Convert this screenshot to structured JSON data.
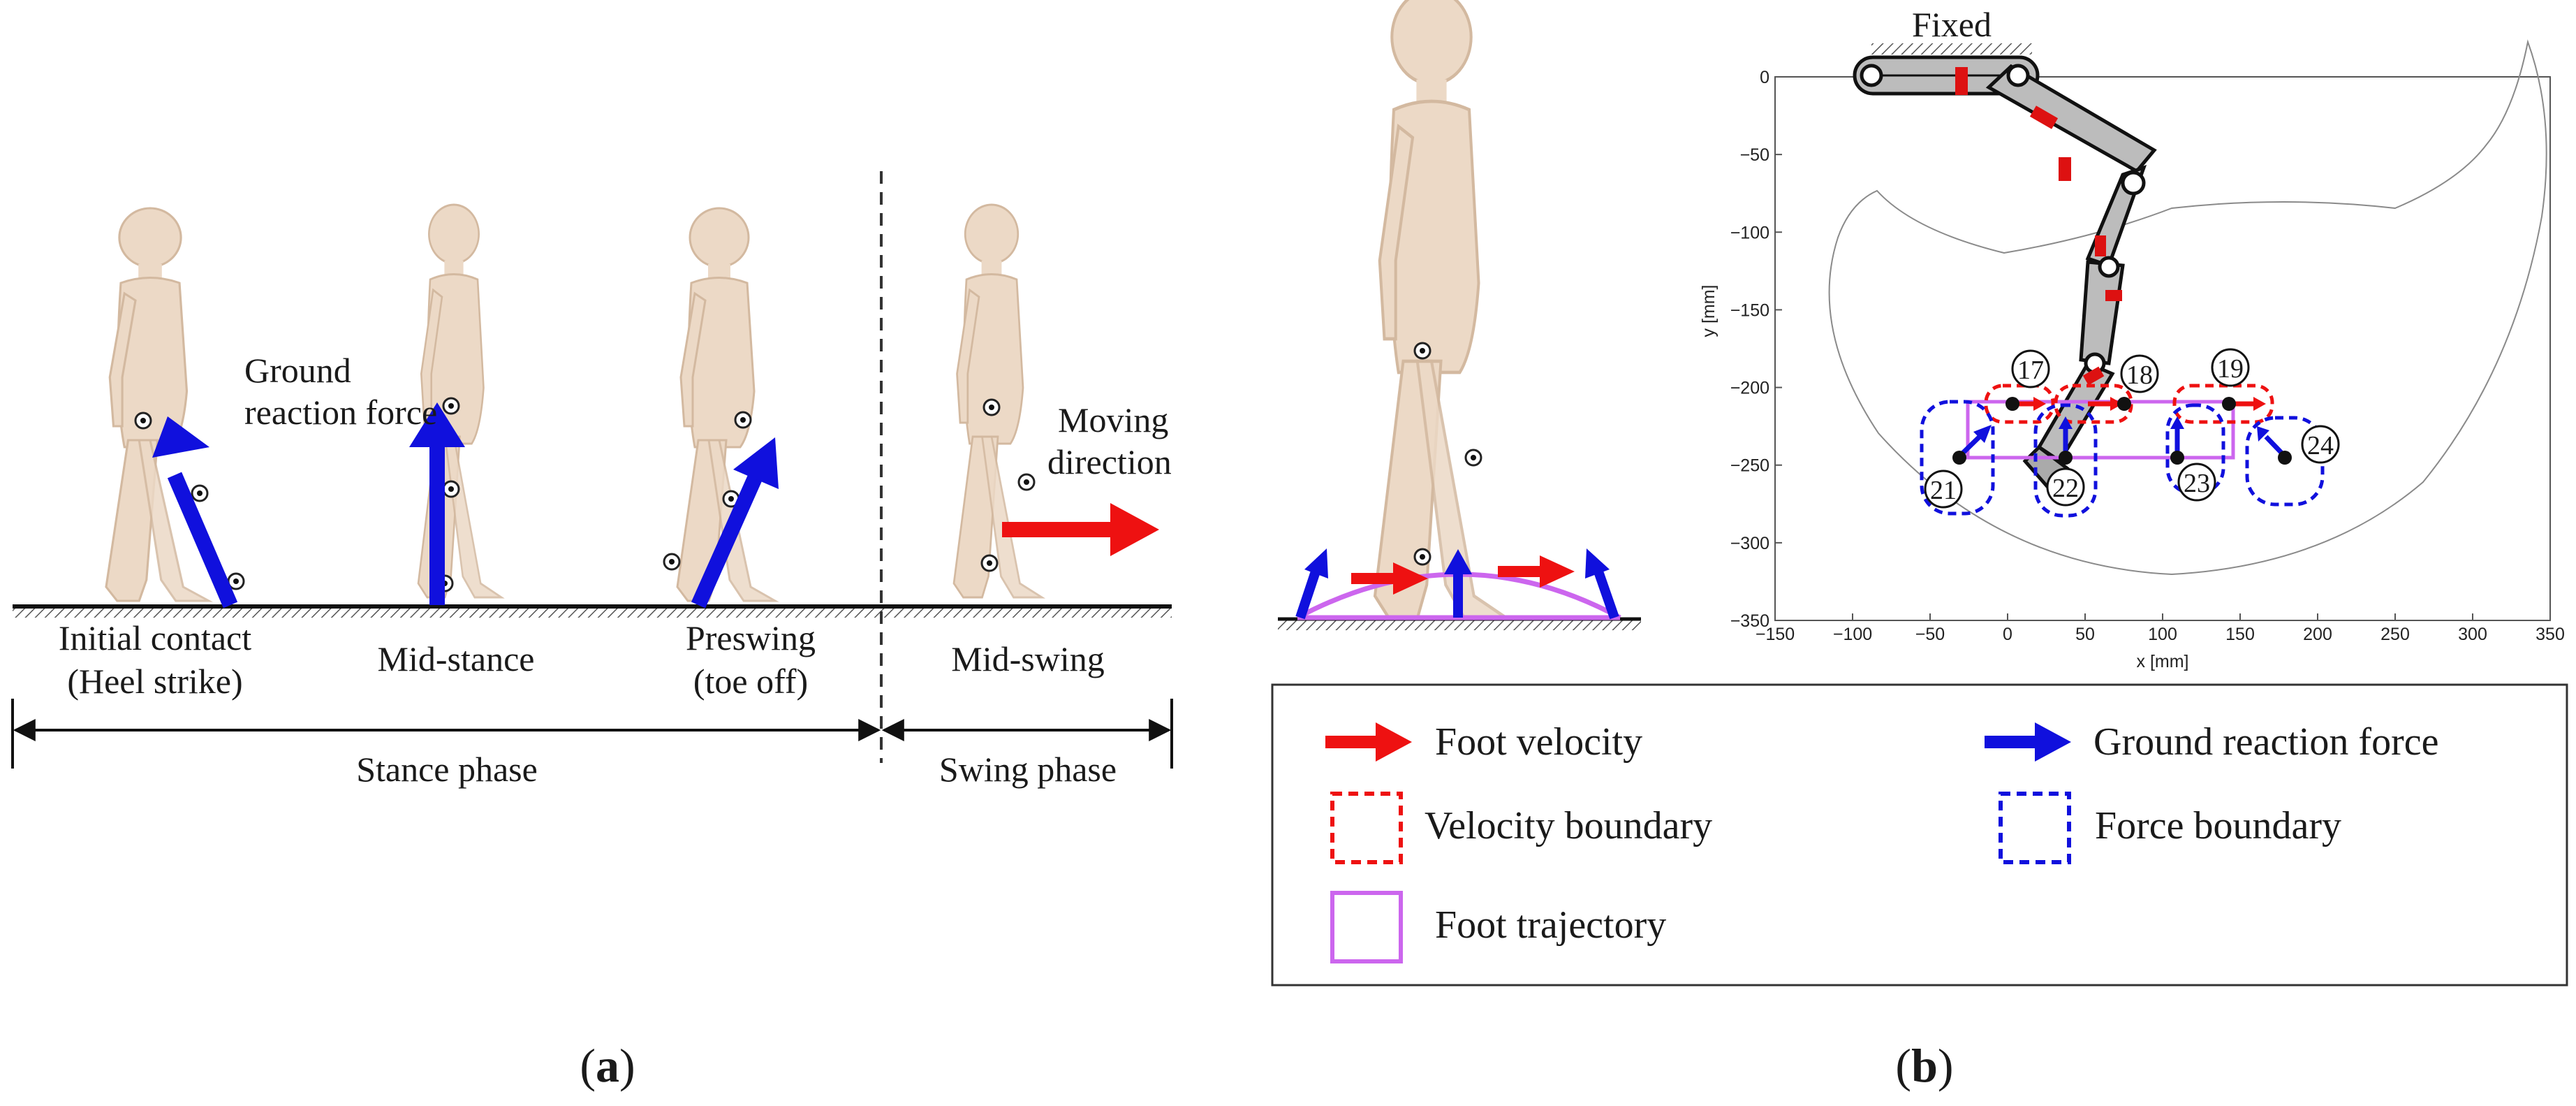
{
  "panel_a": {
    "phase_labels": {
      "initial_contact_line1": "Initial contact",
      "initial_contact_line2": "(Heel strike)",
      "mid_stance": "Mid-stance",
      "preswing_line1": "Preswing",
      "preswing_line2": "(toe off)",
      "mid_swing": "Mid-swing"
    },
    "ground_reaction_force_line1": "Ground",
    "ground_reaction_force_line2": "reaction force",
    "moving_direction_line1": "Moving",
    "moving_direction_line2": "direction",
    "stance_phase": "Stance phase",
    "swing_phase": "Swing phase",
    "caption_letter": "a",
    "caption_open": "(",
    "caption_close": ")"
  },
  "panel_b": {
    "fixed_label": "Fixed",
    "point_labels": [
      "17",
      "18",
      "19",
      "21",
      "22",
      "23",
      "24"
    ],
    "plot": {
      "xlabel": "x [mm]",
      "ylabel": "y [mm]",
      "xlim": [
        -150,
        350
      ],
      "ylim": [
        -350,
        0
      ],
      "x_ticks": [
        "−150",
        "−100",
        "−50",
        "0",
        "50",
        "100",
        "150",
        "200",
        "250",
        "300",
        "350"
      ],
      "y_ticks": [
        "0",
        "−50",
        "−100",
        "−150",
        "−200",
        "−250",
        "−300",
        "−350"
      ]
    },
    "legend": {
      "foot_velocity": "Foot velocity",
      "ground_reaction_force": "Ground reaction force",
      "velocity_boundary": "Velocity boundary",
      "force_boundary": "Force boundary",
      "foot_trajectory": "Foot trajectory"
    },
    "caption_letter": "b",
    "caption_open": "(",
    "caption_close": ")"
  },
  "colors": {
    "velocity": "#ee1111",
    "force": "#1010dd",
    "trajectory": "#cc66ee",
    "skin": "#ecd9c6"
  }
}
